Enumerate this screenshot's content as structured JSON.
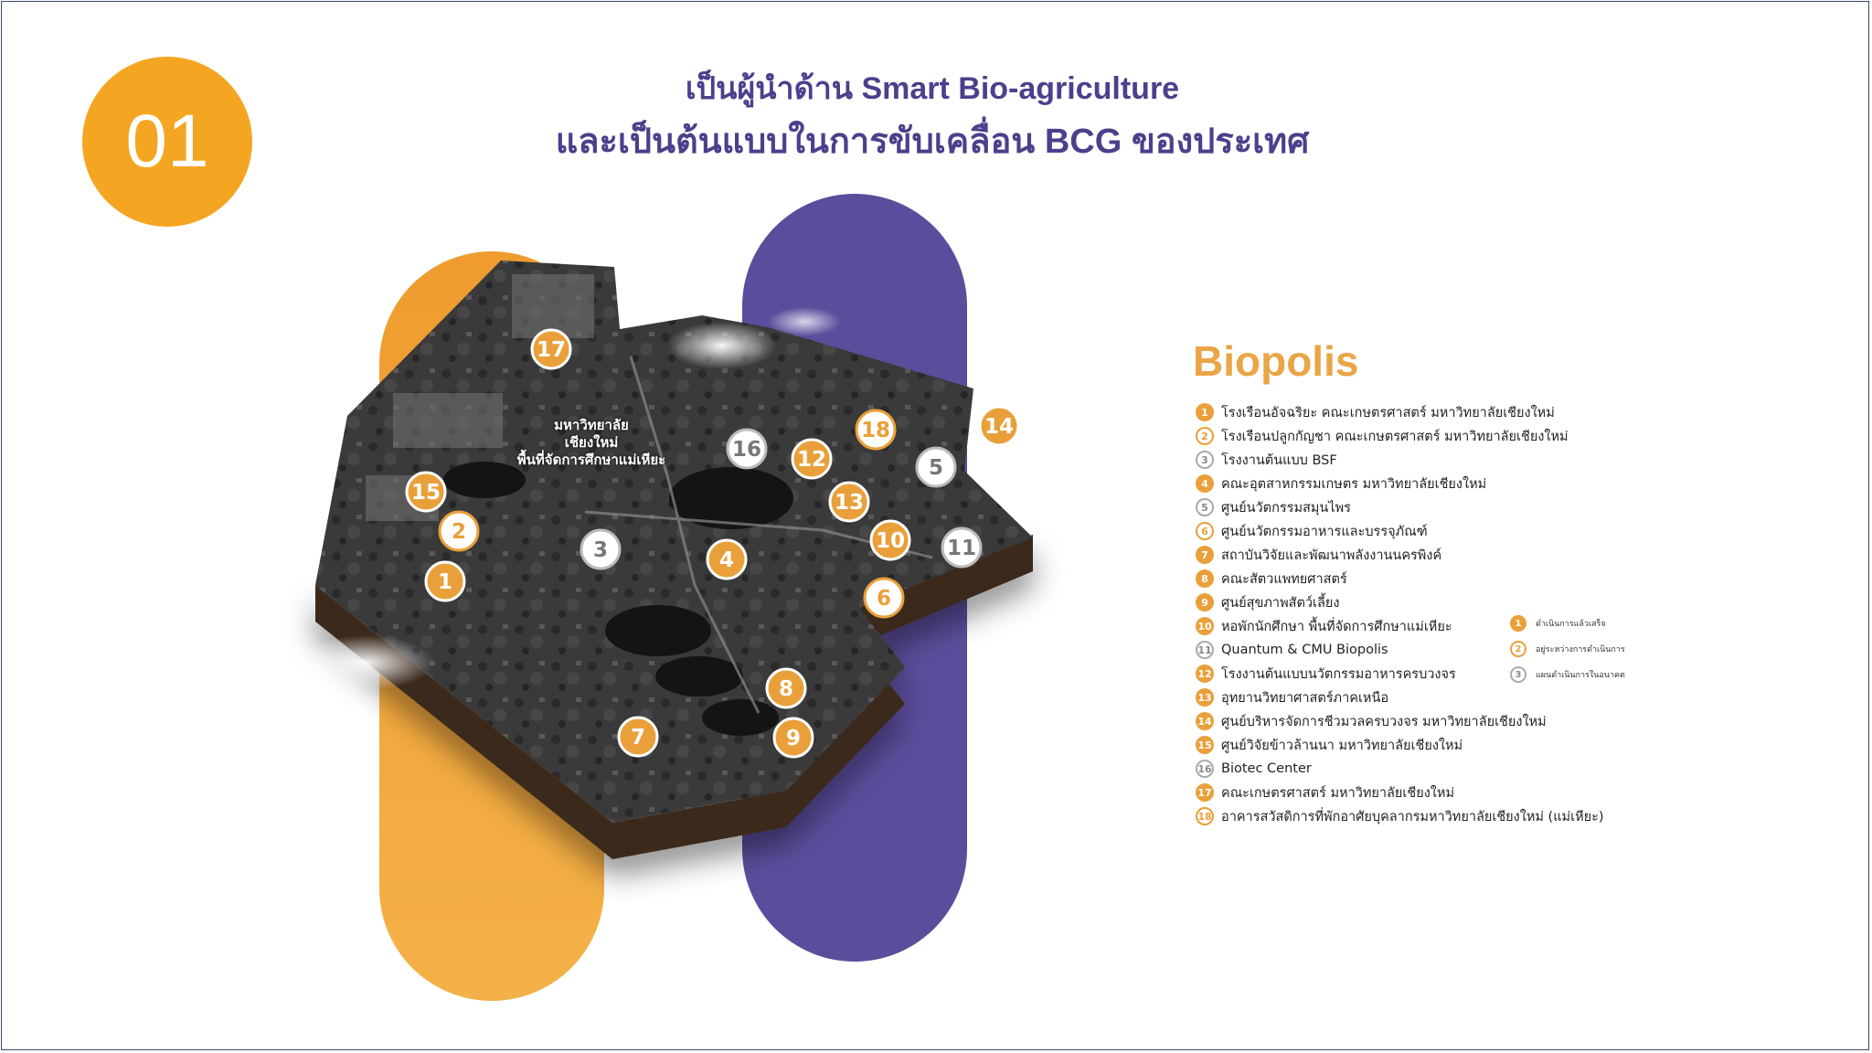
{
  "section_number": "01",
  "title": {
    "line1": "เป็นผู้นำด้าน Smart Bio-agriculture",
    "line2": "และเป็นต้นแบบในการขับเคลื่อน BCG ของประเทศ"
  },
  "map": {
    "campus_label": [
      "มหาวิทยาลัย",
      "เชียงใหม่",
      "พื้นที่จัดการศึกษาแม่เหียะ"
    ]
  },
  "brand": "Biopolis",
  "colors": {
    "orange": "#f4a521",
    "purple": "#5b4d9c",
    "title": "#4c3f8c",
    "biopolis": "#eaa546"
  },
  "legend": [
    {
      "num": "1",
      "status": "done",
      "label": "โรงเรือนอัจฉริยะ คณะเกษตรศาสตร์ มหาวิทยาลัยเชียงใหม่"
    },
    {
      "num": "2",
      "status": "progress",
      "label": "โรงเรือนปลูกกัญชา คณะเกษตรศาสตร์ มหาวิทยาลัยเชียงใหม่"
    },
    {
      "num": "3",
      "status": "plan",
      "label": "โรงงานต้นแบบ BSF"
    },
    {
      "num": "4",
      "status": "done",
      "label": "คณะอุตสาหกรรมเกษตร มหาวิทยาลัยเชียงใหม่"
    },
    {
      "num": "5",
      "status": "plan",
      "label": "ศูนย์นวัตกรรมสมุนไพร"
    },
    {
      "num": "6",
      "status": "progress",
      "label": "ศูนย์นวัตกรรมอาหารและบรรจุภัณฑ์"
    },
    {
      "num": "7",
      "status": "done",
      "label": "สถาบันวิจัยและพัฒนาพลังงานนครพิงค์"
    },
    {
      "num": "8",
      "status": "done",
      "label": "คณะสัตวแพทยศาสตร์"
    },
    {
      "num": "9",
      "status": "done",
      "label": "ศูนย์สุขภาพสัตว์เลี้ยง"
    },
    {
      "num": "10",
      "status": "done",
      "label": "หอพักนักศึกษา พื้นที่จัดการศึกษาแม่เหียะ"
    },
    {
      "num": "11",
      "status": "plan",
      "label": "Quantum & CMU Biopolis"
    },
    {
      "num": "12",
      "status": "done",
      "label": "โรงงานต้นแบบนวัตกรรมอาหารครบวงจร"
    },
    {
      "num": "13",
      "status": "done",
      "label": "อุทยานวิทยาศาสตร์ภาคเหนือ"
    },
    {
      "num": "14",
      "status": "done",
      "label": "ศูนย์บริหารจัดการชีวมวลครบวงจร มหาวิทยาลัยเชียงใหม่"
    },
    {
      "num": "15",
      "status": "done",
      "label": "ศูนย์วิจัยข้าวล้านนา มหาวิทยาลัยเชียงใหม่"
    },
    {
      "num": "16",
      "status": "plan",
      "label": "Biotec Center"
    },
    {
      "num": "17",
      "status": "done",
      "label": "คณะเกษตรศาสตร์ มหาวิทยาลัยเชียงใหม่"
    },
    {
      "num": "18",
      "status": "progress",
      "label": "อาคารสวัสดิการที่พักอาศัยบุคลากรมหาวิทยาลัยเชียงใหม่ (แม่เหียะ)"
    }
  ],
  "status_legend": [
    {
      "num": "1",
      "status": "done",
      "label": "ดำเนินการแล้วเสร็จ"
    },
    {
      "num": "2",
      "status": "progress",
      "label": "อยู่ระหว่างการดำเนินการ"
    },
    {
      "num": "3",
      "status": "plan",
      "label": "แผนดำเนินการในอนาคต"
    }
  ]
}
